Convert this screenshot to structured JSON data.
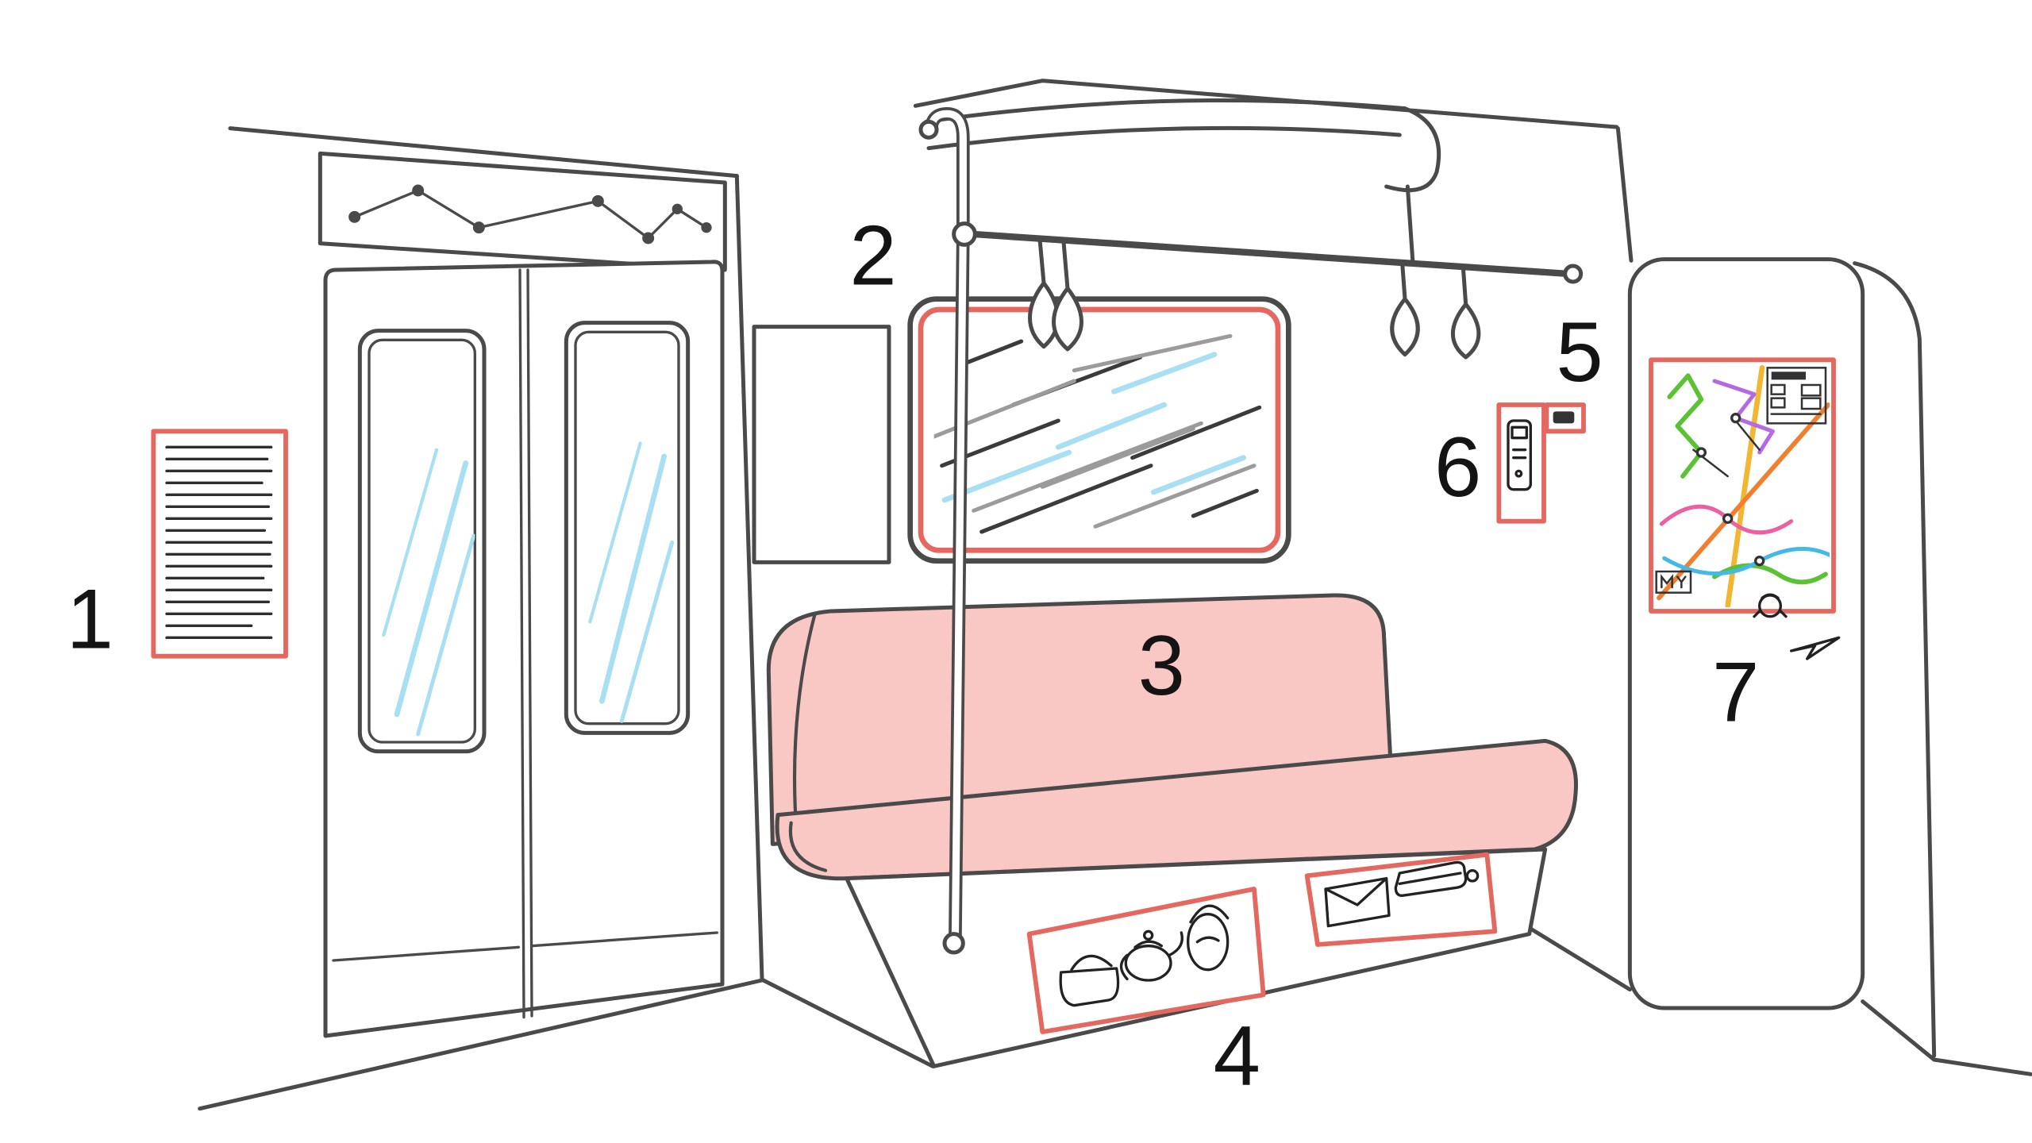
{
  "labels": [
    "1",
    "2",
    "3",
    "4",
    "5",
    "6",
    "7"
  ],
  "colors": {
    "outline": "#4a4a4a",
    "accent_red": "#e4685f",
    "seat_pink": "#f9c7c4",
    "glass_blue": "#a9dff3",
    "ink": "#141414",
    "map_green": "#5bc236",
    "map_orange": "#f08030",
    "map_yellow": "#f2b632",
    "map_purple": "#b36ae2",
    "map_pink": "#ec5fa0",
    "map_cyan": "#46b8e8"
  }
}
